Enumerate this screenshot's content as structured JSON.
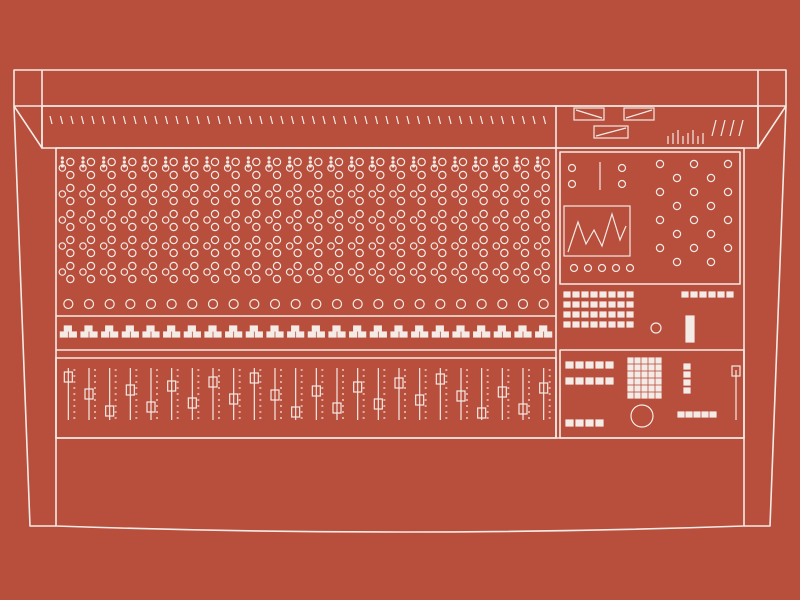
{
  "colors": {
    "background": "#b84e3c",
    "line": "#f4ebe6",
    "fill": "#f4ebe6"
  },
  "console": {
    "subject": "mixing-console-line-drawing",
    "channel_count": 24,
    "knob_rows_per_channel": 10,
    "center_display": {
      "waveform_icon": "zigzag-waveform"
    }
  }
}
